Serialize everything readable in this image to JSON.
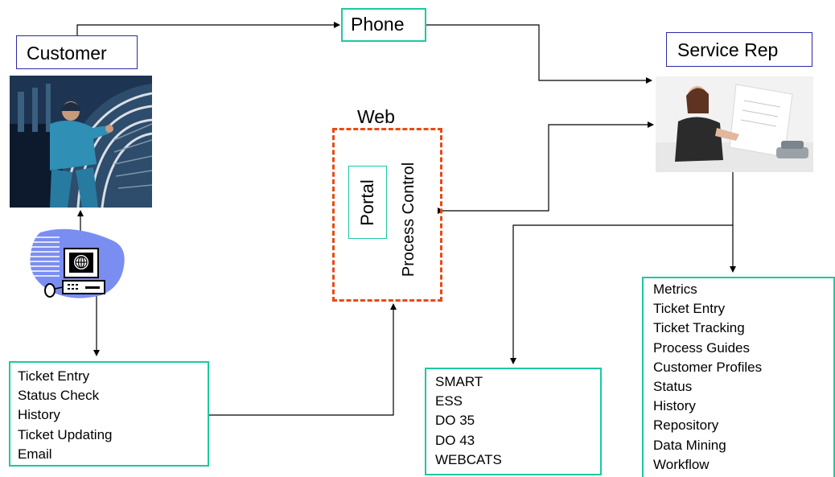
{
  "nodes": {
    "phone": "Phone",
    "customer": "Customer",
    "service_rep": "Service Rep",
    "web": "Web",
    "portal": "Portal",
    "process_control": "Process Control"
  },
  "customer_functions": [
    "Ticket Entry",
    "Status Check",
    "History",
    "Ticket Updating",
    "Email"
  ],
  "systems": [
    "SMART",
    "ESS",
    "DO 35",
    "DO 43",
    "WEBCATS"
  ],
  "rep_functions": [
    "Metrics",
    "Ticket Entry",
    "Ticket Tracking",
    "Process Guides",
    "Customer Profiles",
    "Status",
    "History",
    "Repository",
    "Data Mining",
    "Workflow"
  ],
  "colors": {
    "teal_border": "#1ec8a0",
    "blue_border": "#2a2aa8",
    "web_dashed": "#e84a14",
    "connector": "#000000"
  },
  "icons": [
    "mechanic-clipart",
    "computer-clipart",
    "service-rep-photo"
  ]
}
